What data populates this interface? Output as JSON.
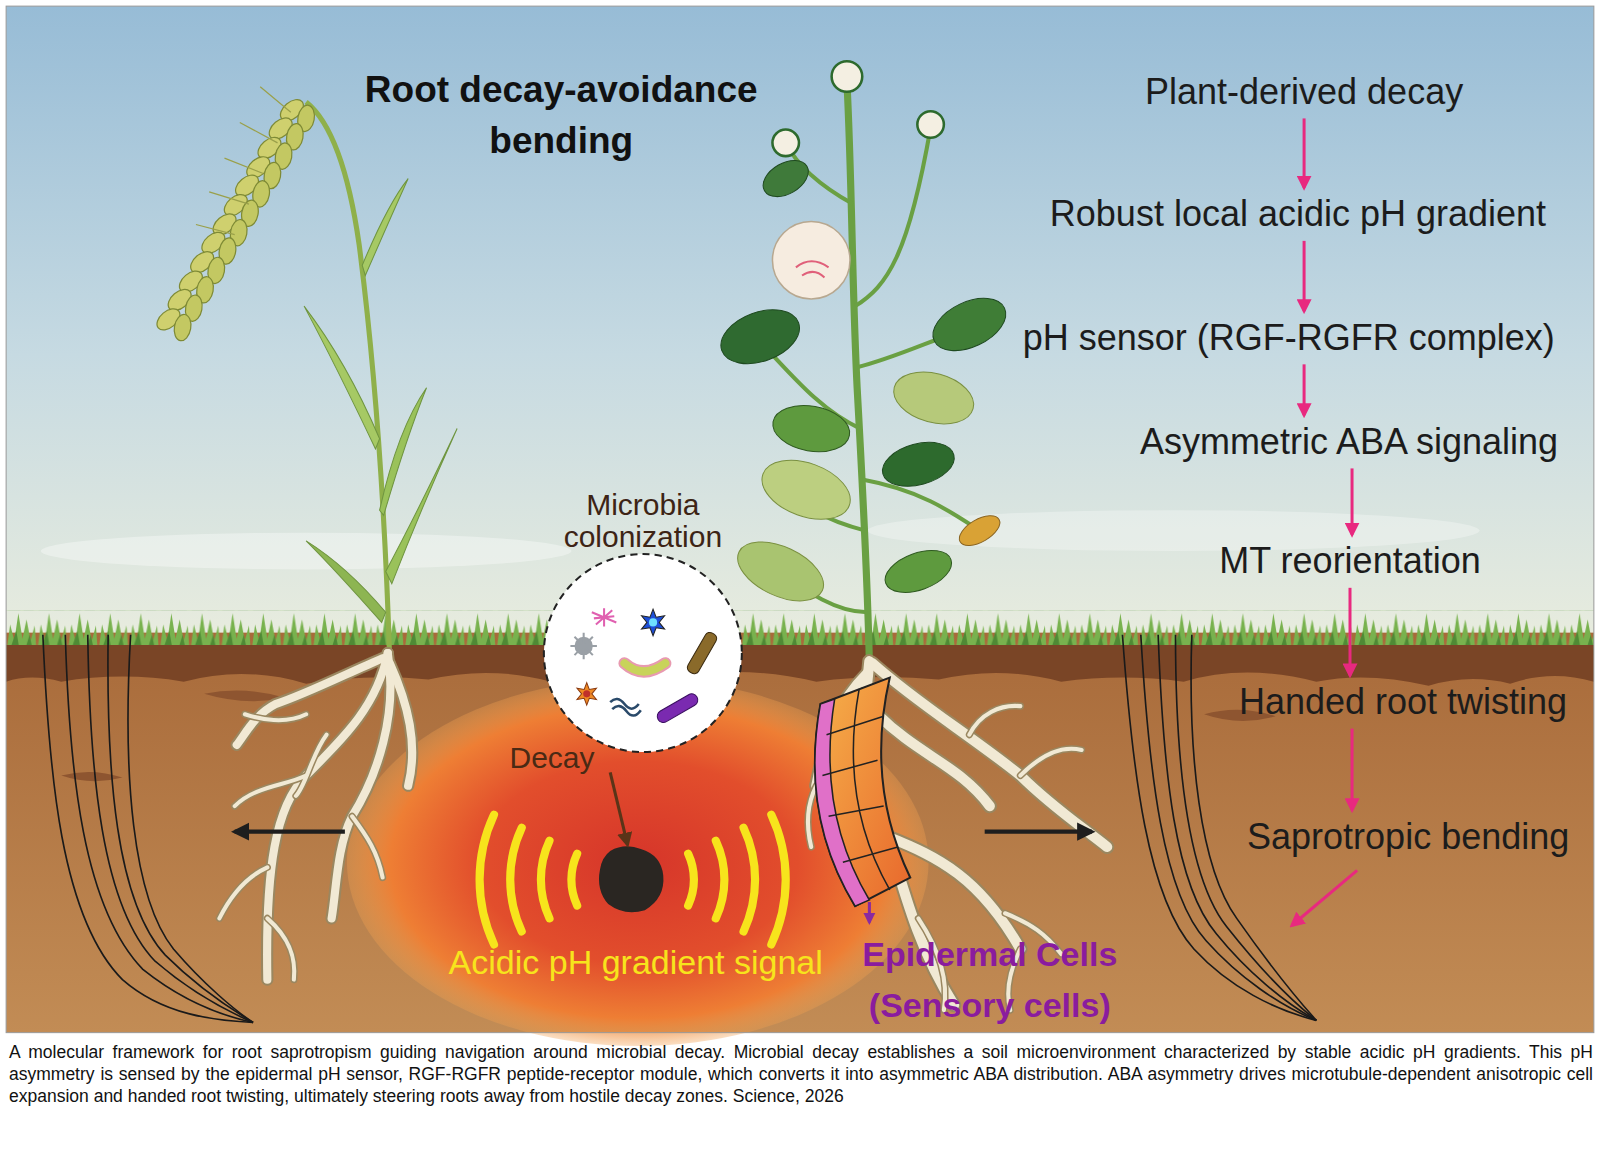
{
  "diagram": {
    "title": "Root decay-avoidance bending",
    "caption": "A molecular framework for root saprotropism guiding navigation around microbial decay. Microbial decay establishes a soil microenvironment characterized by stable acidic pH gradients. This pH asymmetry is sensed by the epidermal pH sensor, RGF-RGFR peptide-receptor module, which converts it into asymmetric ABA distribution. ABA asymmetry drives microtubule-dependent anisotropic cell expansion and handed root twisting, ultimately steering roots away from hostile decay zones. Science, 2026",
    "nodes": [
      {
        "text": [
          "Plant-derived decay"
        ]
      },
      {
        "text": [
          "Robust local acidic pH gradient"
        ]
      },
      {
        "text": [
          "pH sensor (RGF-RGFR complex)"
        ]
      },
      {
        "text": [
          "Asymmetric ABA signaling"
        ]
      },
      {
        "text": [
          "MT reorientation"
        ]
      },
      {
        "text": [
          "Handed root twisting"
        ]
      },
      {
        "text": [
          "Saprotropic bending"
        ]
      }
    ],
    "edges": [
      {
        "from": 0,
        "to": 1,
        "arrow": "to"
      },
      {
        "from": 1,
        "to": 2,
        "arrow": "to"
      },
      {
        "from": 2,
        "to": 3,
        "arrow": "to"
      },
      {
        "from": 3,
        "to": 4,
        "arrow": "to"
      },
      {
        "from": 4,
        "to": 5,
        "arrow": "to"
      },
      {
        "from": 5,
        "to": 6,
        "arrow": "to"
      }
    ],
    "labels": [
      "Microbia colonization",
      "Decay",
      "Acidic pH gradient signal",
      "Epidermal Cells (Sensory cells)"
    ]
  }
}
